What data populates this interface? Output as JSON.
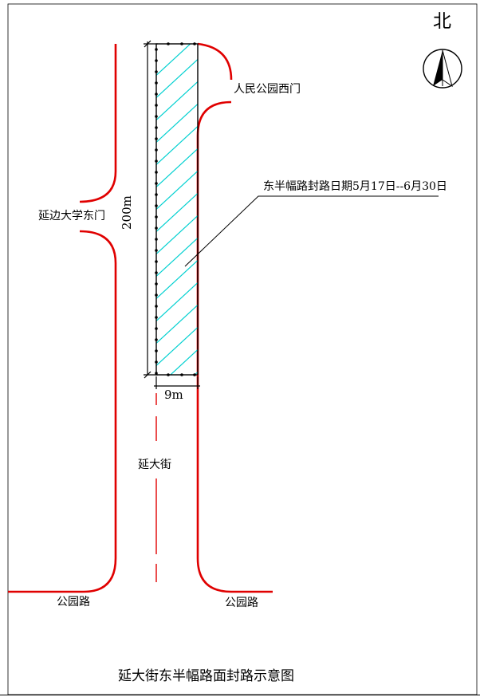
{
  "north_label": "北",
  "north_arrow_icon": "north-arrow-icon",
  "labels": {
    "park_west_gate": "人民公园西门",
    "university_east_gate": "延边大学东门",
    "closure_note": "东半幅路封路日期5月17日--6月30日",
    "length_dim": "200m",
    "width_dim": "9m",
    "street_name": "延大街",
    "park_road_left": "公园路",
    "park_road_right": "公园路",
    "title": "延大街东半幅路面封路示意图"
  },
  "colors": {
    "road_edge": "#e00000",
    "hatch": "#00d0d0",
    "ink": "#000000"
  }
}
